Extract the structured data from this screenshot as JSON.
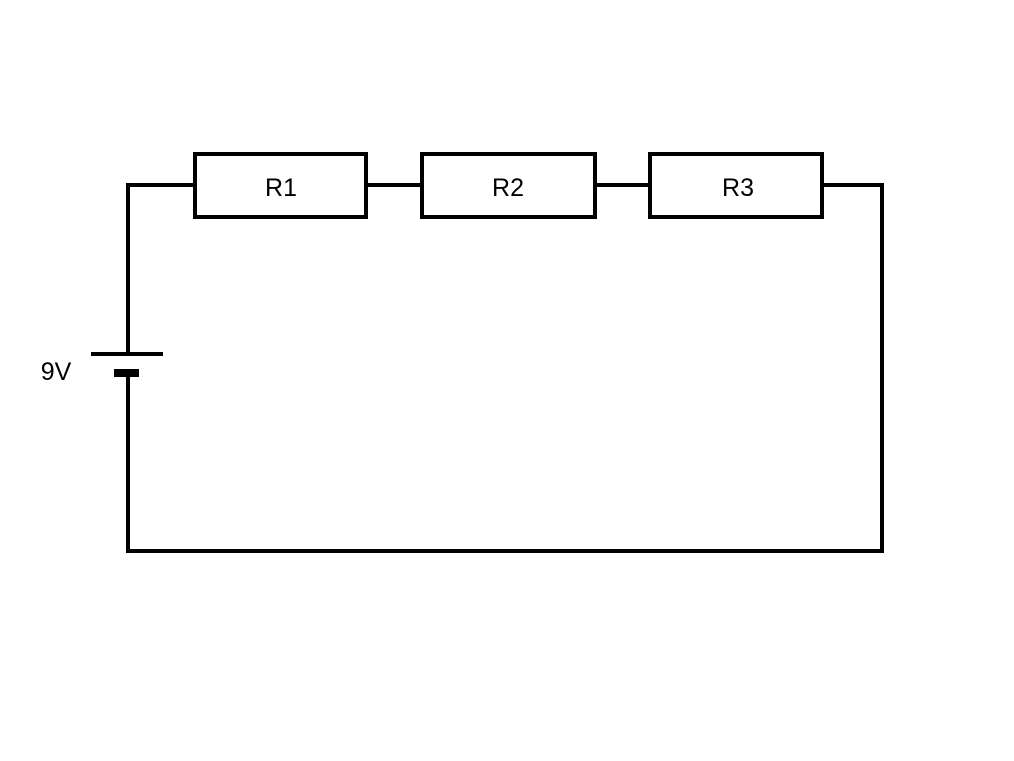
{
  "circuit": {
    "battery": {
      "label": "9V"
    },
    "resistors": [
      {
        "label": "R1"
      },
      {
        "label": "R2"
      },
      {
        "label": "R3"
      }
    ],
    "colors": {
      "line": "#000000",
      "background": "#ffffff"
    }
  }
}
